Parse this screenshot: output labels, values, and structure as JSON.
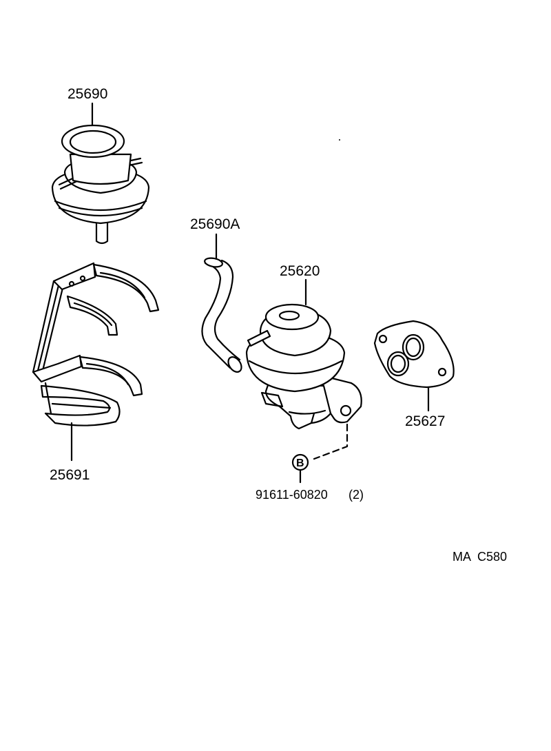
{
  "diagram": {
    "parts": [
      {
        "part_number": "25690"
      },
      {
        "part_number": "25690A"
      },
      {
        "part_number": "25620"
      },
      {
        "part_number": "25627"
      },
      {
        "part_number": "25691"
      }
    ],
    "fastener": {
      "marker": "B",
      "part_number": "91611-60820",
      "quantity": "(2)"
    },
    "reference_code": "MA  C580"
  }
}
